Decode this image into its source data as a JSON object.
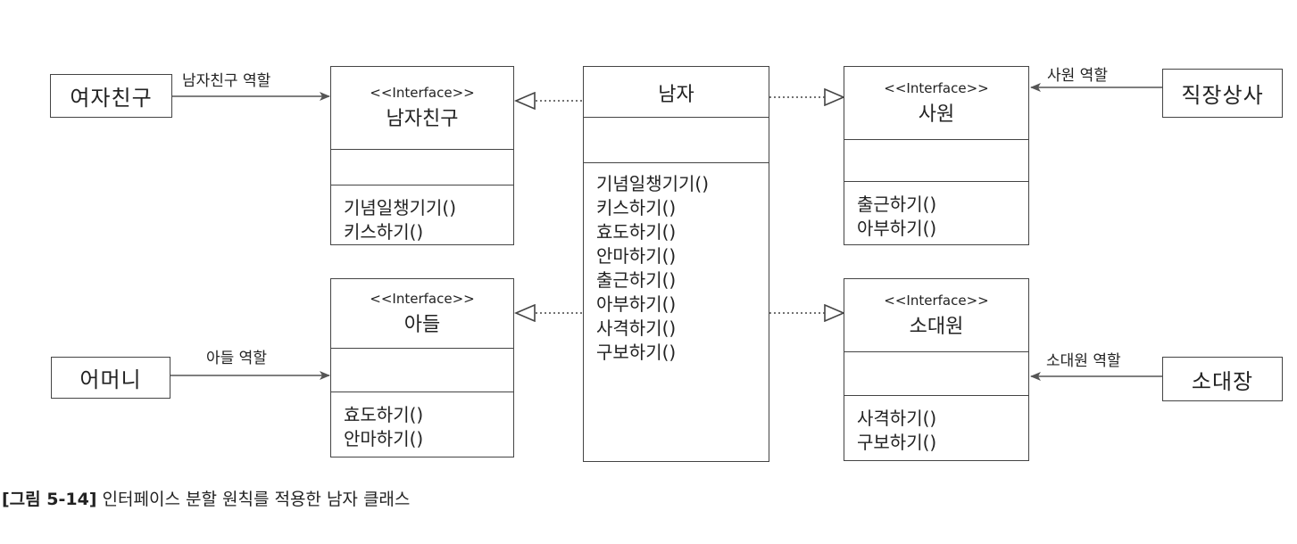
{
  "caption": {
    "figure_no": "[그림 5-14]",
    "text": "인터페이스 분할 원칙를 적용한 남자 클래스"
  },
  "actors": {
    "girlfriend": "여자친구",
    "mother": "어머니",
    "boss": "직장상사",
    "commander": "소대장"
  },
  "roles": {
    "boyfriend_role": "남자친구 역할",
    "son_role": "아들 역할",
    "employee_role": "사원 역할",
    "soldier_role": "소대원 역할"
  },
  "interfaces": {
    "boyfriend": {
      "stereotype": "<<Interface>>",
      "name": "남자친구",
      "methods": [
        "기념일챙기기()",
        "키스하기()"
      ]
    },
    "son": {
      "stereotype": "<<Interface>>",
      "name": "아들",
      "methods": [
        "효도하기()",
        "안마하기()"
      ]
    },
    "employee": {
      "stereotype": "<<Interface>>",
      "name": "사원",
      "methods": [
        "출근하기()",
        "아부하기()"
      ]
    },
    "soldier": {
      "stereotype": "<<Interface>>",
      "name": "소대원",
      "methods": [
        "사격하기()",
        "구보하기()"
      ]
    }
  },
  "man_class": {
    "name": "남자",
    "methods": [
      "기념일챙기기()",
      "키스하기()",
      "효도하기()",
      "안마하기()",
      "출근하기()",
      "아부하기()",
      "사격하기()",
      "구보하기()"
    ]
  }
}
